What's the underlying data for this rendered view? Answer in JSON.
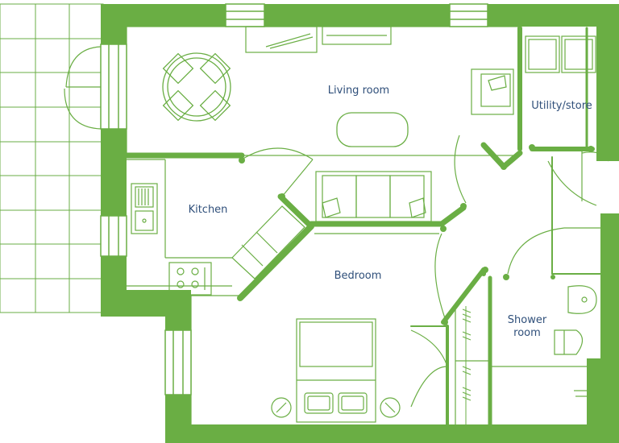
{
  "rooms": {
    "living": "Living room",
    "utility": "Utility/store",
    "kitchen": "Kitchen",
    "bedroom": "Bedroom",
    "shower_line1": "Shower",
    "shower_line2": "room"
  },
  "colors": {
    "wall": "#6aae44",
    "line": "#6aae44",
    "label": "#2f4f7a",
    "background": "#ffffff"
  }
}
